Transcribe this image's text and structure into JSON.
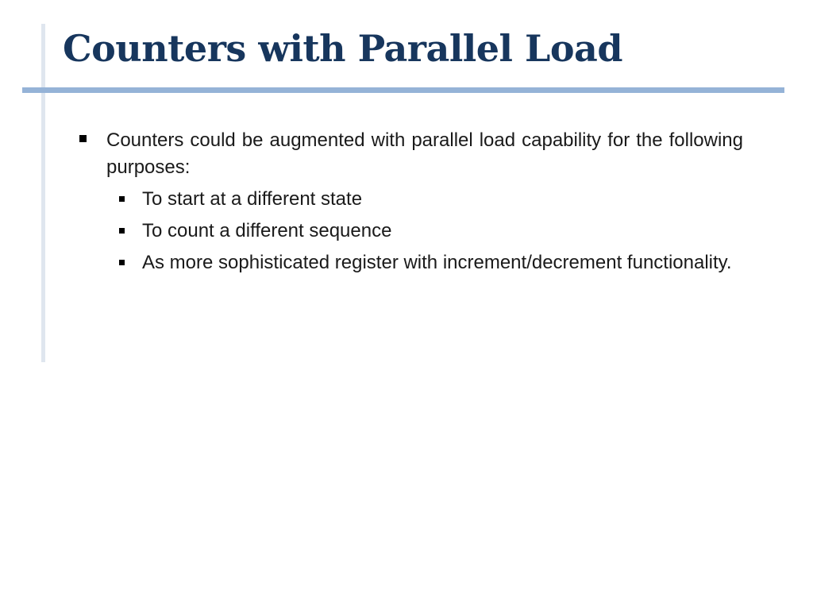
{
  "slide": {
    "title": "Counters with Parallel Load",
    "bullets": [
      {
        "text": "Counters could be augmented with parallel load capability for the following purposes:",
        "sub_bullets": [
          "To start at a different state",
          "To count a different sequence",
          "As more sophisticated register with increment/decrement functionality."
        ]
      }
    ]
  },
  "colors": {
    "title": "#17365d",
    "title_underline": "#95b3d7",
    "vertical_rule": "#dfe6ef",
    "body_text": "#1a1a1a"
  },
  "icons": {
    "level_1_bullet": "square-bullet-icon",
    "level_2_bullet": "small-square-bullet-icon"
  }
}
